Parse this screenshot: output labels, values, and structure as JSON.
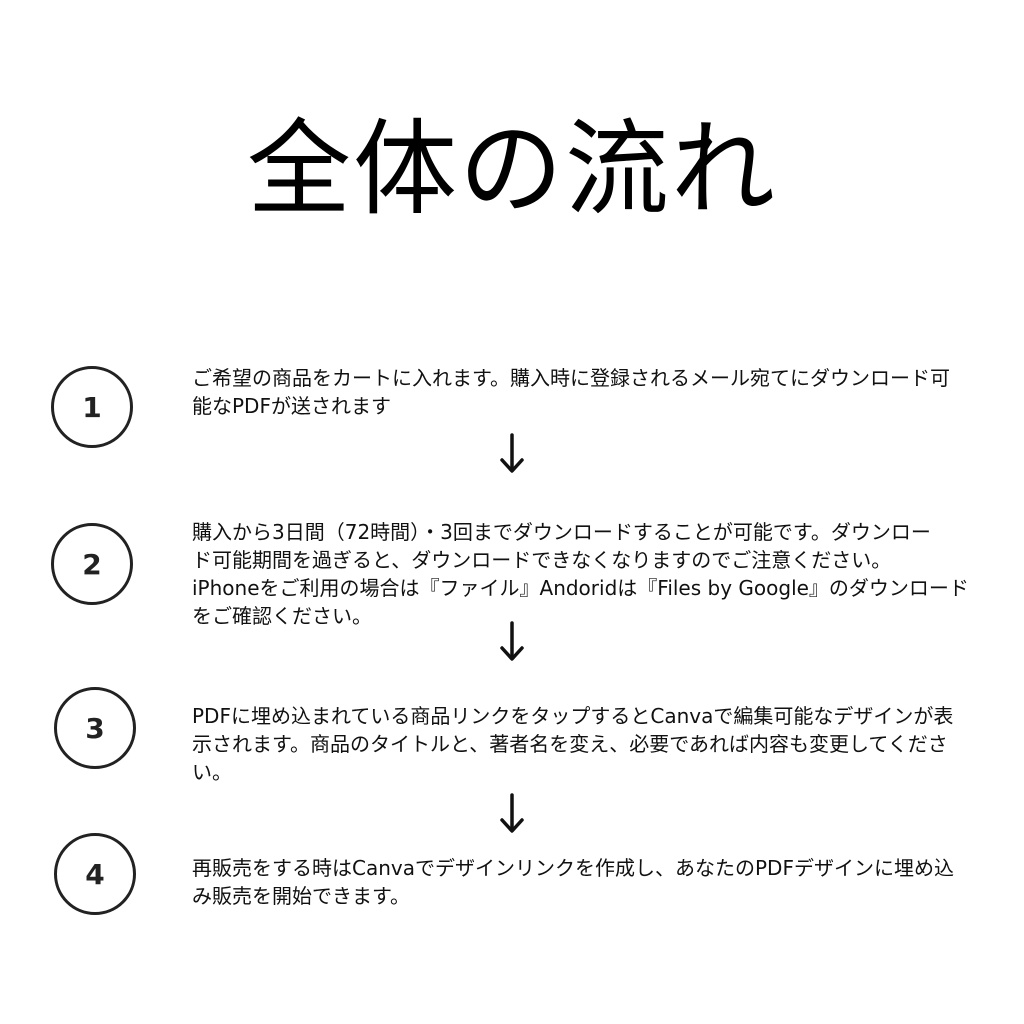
{
  "title": "全体の流れ",
  "steps": [
    {
      "number": "1",
      "text": "ご希望の商品をカートに入れます。購入時に登録されるメール宛てにダウンロード可\n能なPDFが送されます"
    },
    {
      "number": "2",
      "text": "購入から3日間（72時間）・3回までダウンロードすることが可能です。ダウンロー\nド可能期間を過ぎると、ダウンロードできなくなりますのでご注意ください。\niPhoneをご利用の場合は『ファイル』Andoridは『Files by Google』のダウンロード\nをご確認ください。"
    },
    {
      "number": "3",
      "text": "PDFに埋め込まれている商品リンクをタップするとCanvaで編集可能なデザインが表\n示されます。商品のタイトルと、著者名を変え、必要であれば内容も変更してくださ\nい。"
    },
    {
      "number": "4",
      "text": "再販売をする時はCanvaでデザインリンクを作成し、あなたのPDFデザインに埋め込\nみ販売を開始できます。"
    }
  ],
  "icons": {
    "arrow": "arrow-down-icon"
  }
}
